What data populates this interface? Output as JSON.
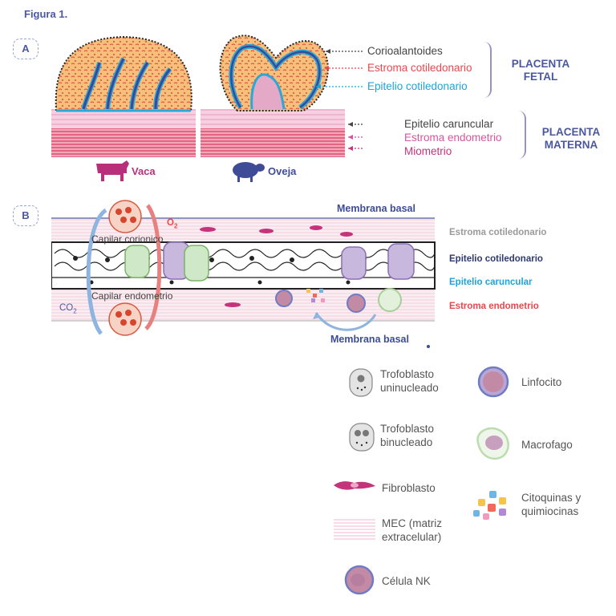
{
  "figure_title": "Figura 1.",
  "panel_a": {
    "tag": "A",
    "labels": {
      "corioalantoides": "Corioalantoides",
      "estroma_cotiledonario": "Estroma cotiledonario",
      "epitelio_cotiledonario": "Epitelio cotiledonario",
      "epitelio_caruncular": "Epitelio caruncular",
      "estroma_endometrio": "Estroma endometrio",
      "miometrio": "Miometrio"
    },
    "groups": {
      "fetal_line1": "PLACENTA",
      "fetal_line2": "FETAL",
      "materna_line1": "PLACENTA",
      "materna_line2": "MATERNA"
    },
    "animals": {
      "vaca": "Vaca",
      "oveja": "Oveja"
    }
  },
  "panel_b": {
    "tag": "B",
    "membrana_basal_top": "Membrana basal",
    "membrana_basal_bottom": "Membrana basal",
    "o2": "O",
    "o2_sub": "2",
    "co2": "CO",
    "co2_sub": "2",
    "capilar_corionico": "Capilar corionico",
    "capilar_endometrio": "Capilar endometrio",
    "right_labels": {
      "estroma_cotiledonario": "Estroma cotiledonario",
      "epitelio_cotiledonario": "Epitelio cotiledonario",
      "epitelio_caruncular": "Epitelio caruncular",
      "estroma_endometrio": "Estroma endometrio"
    }
  },
  "legend": {
    "trofoblasto_uni_1": "Trofoblasto",
    "trofoblasto_uni_2": "uninucleado",
    "trofoblasto_bi_1": "Trofoblasto",
    "trofoblasto_bi_2": "binucleado",
    "fibroblasto": "Fibroblasto",
    "mec_1": "MEC (matriz",
    "mec_2": "extracelular)",
    "celula_nk": "Célula NK",
    "linfocito": "Linfocito",
    "macrofago": "Macrofago",
    "citoquinas_1": "Citoquinas y",
    "citoquinas_2": "quimiocinas"
  },
  "colors": {
    "title_blue": "#4a58a0",
    "red_label": "#e8484c",
    "cyan_label": "#1fa3d9",
    "pink_label": "#d2579f",
    "magenta_label": "#c5337a",
    "cow": "#b8307a",
    "sheep": "#3e4c98",
    "dark_navy": "#2e3a6e",
    "grey_label": "#9a9a9a"
  }
}
